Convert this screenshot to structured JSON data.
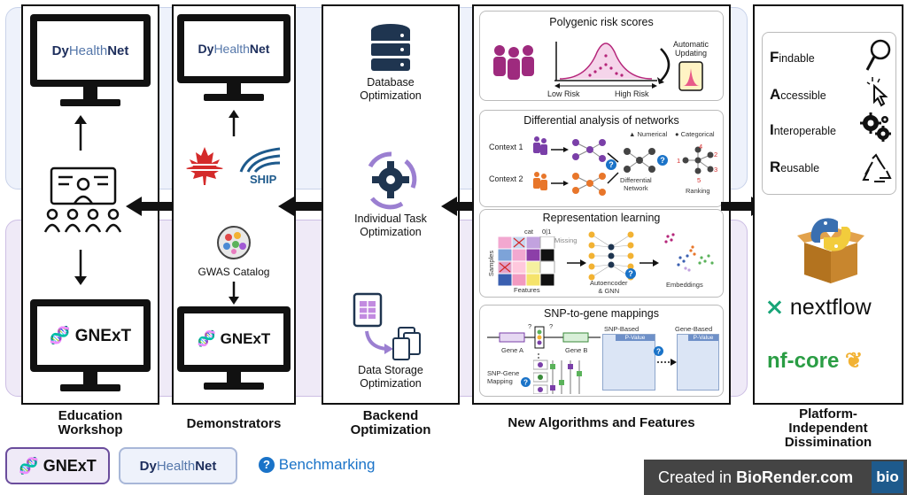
{
  "columns": {
    "education": {
      "label_1": "Education",
      "label_2": "Workshop"
    },
    "demonstrators": {
      "label": "Demonstrators"
    },
    "backend": {
      "label_1": "Backend",
      "label_2": "Optimization"
    },
    "algorithms": {
      "label": "New Algorithms and Features"
    },
    "platform": {
      "label_1": "Platform-",
      "label_2": "Independent",
      "label_3": "Dissimination"
    }
  },
  "logos": {
    "dyhealthnet_dy": "Dy",
    "dyhealthnet_health": "Health",
    "dyhealthnet_net": "Net",
    "gnext": "GNExT",
    "ship": "SHIP",
    "nextflow": "nextflow",
    "nfcore": "nf-core"
  },
  "demonstrators": {
    "gwas": "GWAS Catalog"
  },
  "backend": {
    "db_1": "Database",
    "db_2": "Optimization",
    "task_1": "Individual Task",
    "task_2": "Optimization",
    "storage_1": "Data Storage",
    "storage_2": "Optimization"
  },
  "algorithms": {
    "prs": {
      "title": "Polygenic risk scores",
      "low": "Low Risk",
      "high": "High Risk",
      "auto_1": "Automatic",
      "auto_2": "Updating"
    },
    "dan": {
      "title": "Differential analysis of networks",
      "context1": "Context 1",
      "context2": "Context 2",
      "numerical": "Numerical",
      "categorical": "Categorical",
      "diffnet_1": "Differential",
      "diffnet_2": "Network",
      "ranking": "Ranking",
      "ranks": [
        "1",
        "2",
        "3",
        "4",
        "5"
      ]
    },
    "rep": {
      "title": "Representation learning",
      "samples": "Samples",
      "features": "Features",
      "cat": "cat",
      "bin": "0|1",
      "missing": "Missing",
      "autoenc_1": "Autoencoder",
      "autoenc_2": "& GNN",
      "embeddings": "Embeddings"
    },
    "snp": {
      "title": "SNP-to-gene mappings",
      "gene_a": "Gene A",
      "gene_b": "Gene B",
      "snp_based": "SNP-Based",
      "gene_based": "Gene-Based",
      "pvalue": "P-Value",
      "mapping_1": "SNP-Gene",
      "mapping_2": "Mapping",
      "qmark": "?"
    }
  },
  "fair": [
    {
      "letter": "F",
      "rest": "indable"
    },
    {
      "letter": "A",
      "rest": "ccessible"
    },
    {
      "letter": "I",
      "rest": "nteroperable"
    },
    {
      "letter": "R",
      "rest": "eusable"
    }
  ],
  "legend": {
    "gnext": "GNExT",
    "benchmarking": "Benchmarking",
    "qmark": "?"
  },
  "biorender": {
    "prefix": "Created in ",
    "brand": "BioRender.com",
    "badge": "bio"
  },
  "colors": {
    "blue_band": "#eef2fb",
    "purple_band": "#efeaf7",
    "accent_blue": "#1a73c8",
    "prs_purple": "#b5267a",
    "nextflow_green": "#18a578",
    "nfcore_green": "#2a9d44"
  }
}
